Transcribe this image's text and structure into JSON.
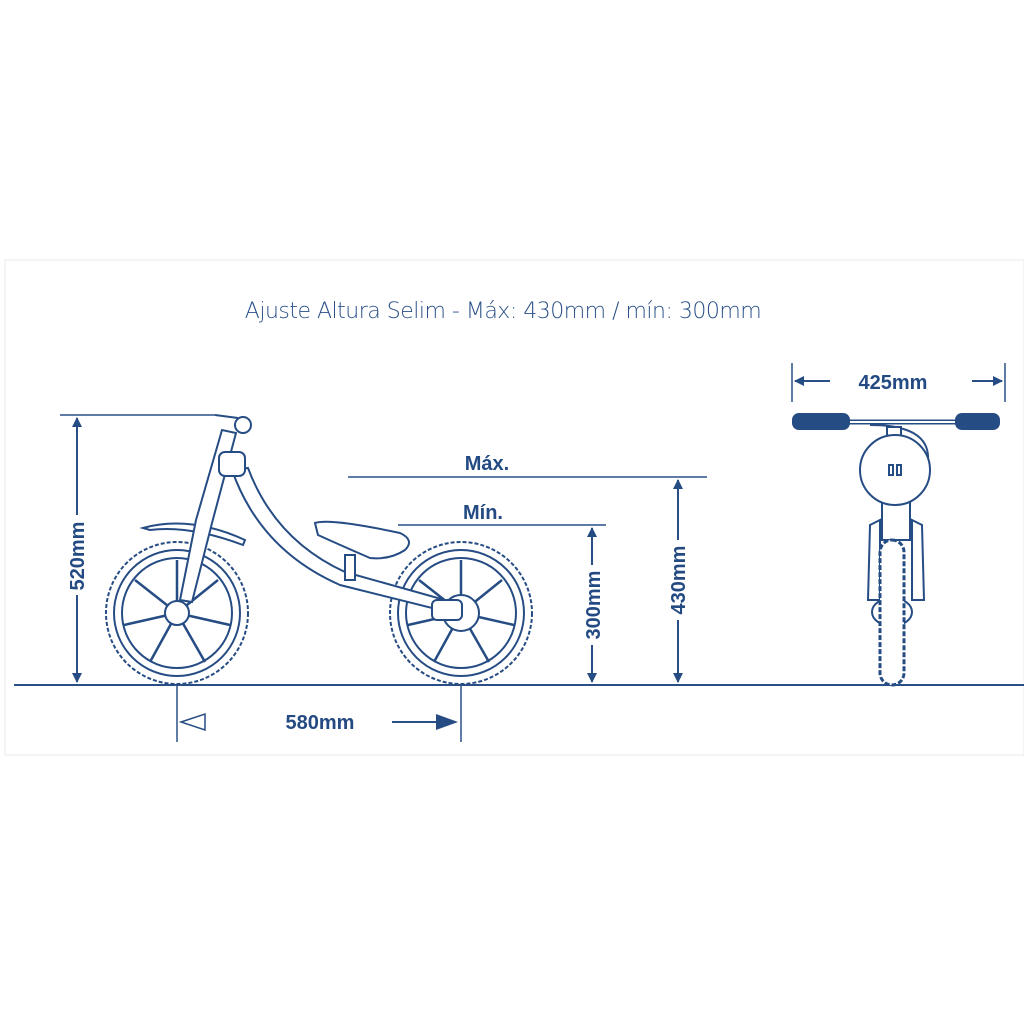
{
  "title": "Ajuste Altura Selim - Máx: 430mm / mín: 300mm",
  "labels": {
    "height_total": "520mm",
    "wheelbase": "580mm",
    "seat_max_label": "Máx.",
    "seat_min_label": "Mín.",
    "seat_min_value": "300mm",
    "seat_max_value": "430mm",
    "handlebar_width": "425mm"
  },
  "colors": {
    "line": "#264c84",
    "frame_border": "#e6e6e6"
  }
}
